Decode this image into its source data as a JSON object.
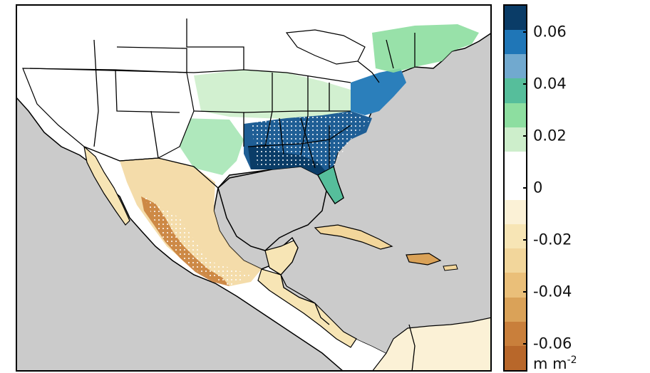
{
  "colorbar": {
    "colors": [
      "#b8672a",
      "#c97f3b",
      "#daa258",
      "#eabf79",
      "#f2d69b",
      "#f7e5b5",
      "#fbf1d6",
      "#ffffff",
      "#ffffff",
      "#cdeecb",
      "#8ddea0",
      "#56be9b",
      "#71a9cf",
      "#1f76b7",
      "#0a3c67"
    ],
    "ticks": [
      {
        "value": 0.06,
        "label": "0.06"
      },
      {
        "value": 0.04,
        "label": "0.04"
      },
      {
        "value": 0.02,
        "label": "0.02"
      },
      {
        "value": 0,
        "label": "0"
      },
      {
        "value": -0.02,
        "label": "-0.02"
      },
      {
        "value": -0.04,
        "label": "-0.04"
      },
      {
        "value": -0.06,
        "label": "-0.06"
      }
    ],
    "range": [
      -0.07,
      0.07
    ]
  },
  "units": {
    "text": "m m",
    "superscript": "-2"
  },
  "map": {
    "ocean_color": "#cbcbcb",
    "land_color": "#ffffff",
    "border_color": "#000000",
    "regions": [
      {
        "name": "southeast-us",
        "color": "#1f5e95"
      },
      {
        "name": "gulf-coast",
        "color": "#0a3c67"
      },
      {
        "name": "mid-atlantic",
        "color": "#2b7fbb"
      },
      {
        "name": "northeast",
        "color": "#8ddea0"
      },
      {
        "name": "midwest",
        "color": "#cdeecb"
      },
      {
        "name": "mexico-west",
        "color": "#c97f3b"
      },
      {
        "name": "mexico-central",
        "color": "#f2d69b"
      },
      {
        "name": "central-america",
        "color": "#f7e5b5"
      }
    ]
  }
}
